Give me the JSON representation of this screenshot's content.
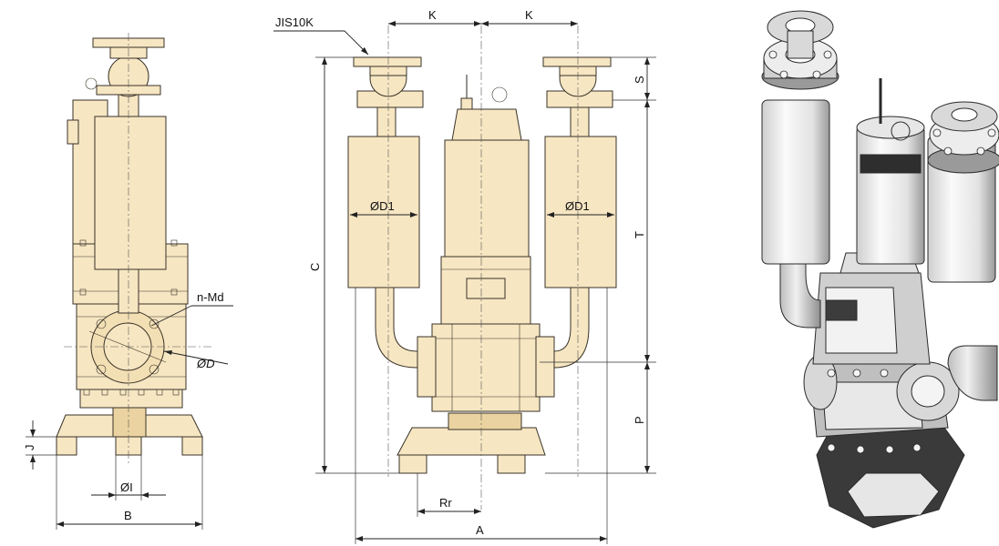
{
  "labels": {
    "flange_standard": "JIS10K",
    "k_left": "K",
    "k_right": "K",
    "s": "S",
    "c": "C",
    "t": "T",
    "p": "P",
    "d1_left": "ØD1",
    "d1_right": "ØD1",
    "n_md": "n-Md",
    "d": "ØD",
    "j": "J",
    "i": "ØI",
    "b": "B",
    "rr": "Rr",
    "a": "A"
  },
  "colors": {
    "body": "#f6e6c2",
    "body_shade": "#ead3a0",
    "render_light": "#f2f2f2",
    "render_mid": "#d9d9d9",
    "render_dark": "#2e2e2e",
    "line": "#3a3328"
  }
}
